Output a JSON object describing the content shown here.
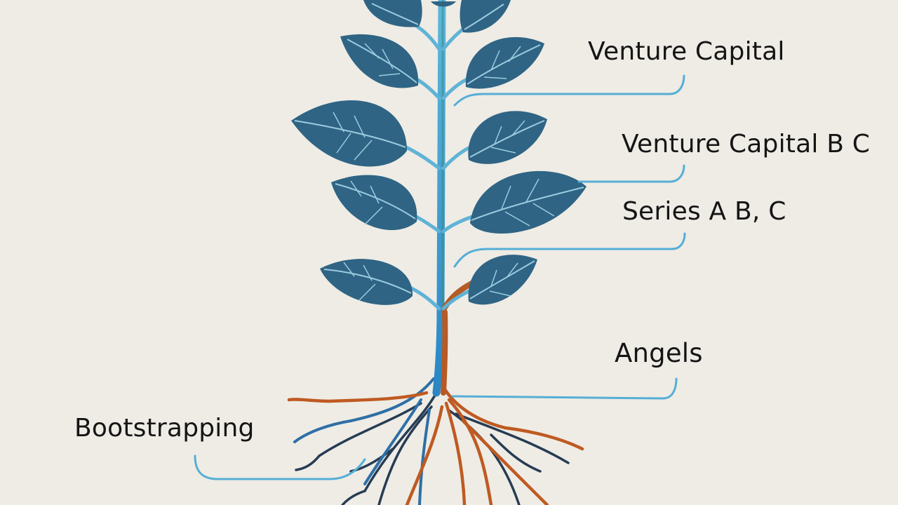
{
  "labels": {
    "venture_capital": "Venture Capital",
    "venture_capital_bc": "Venture Capital B C",
    "series": "Series A B, C",
    "angels": "Angels",
    "bootstrapping": "Bootstrapping"
  },
  "colors": {
    "background": "#eeece5",
    "leaf": "#2f6484",
    "leaf_vein": "#9ccbe0",
    "stem": "#4fa6cc",
    "connector": "#55aed6",
    "root_blue": "#2e6fa6",
    "root_dark": "#273c54",
    "root_orange": "#bf5a22",
    "label_text": "#151515"
  }
}
